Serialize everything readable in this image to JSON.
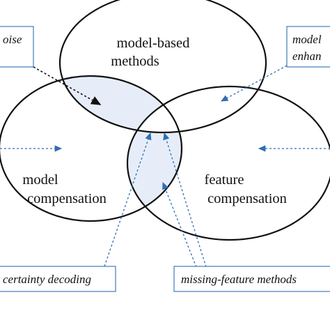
{
  "diagram": {
    "circles": {
      "top_line1": "model-based",
      "top_line2": "methods",
      "left_line1": "model",
      "left_line2": "compensation",
      "right_line1": "feature",
      "right_line2": "compensation"
    },
    "boxes": {
      "top_left": "oise",
      "top_right_line1": "model",
      "top_right_line2": "enhan",
      "bottom_left": "certainty decoding",
      "bottom_right": "missing-feature methods"
    },
    "colors": {
      "highlight": "#e6edf8",
      "accent": "#2f6eb3",
      "outline": "#111111"
    }
  }
}
